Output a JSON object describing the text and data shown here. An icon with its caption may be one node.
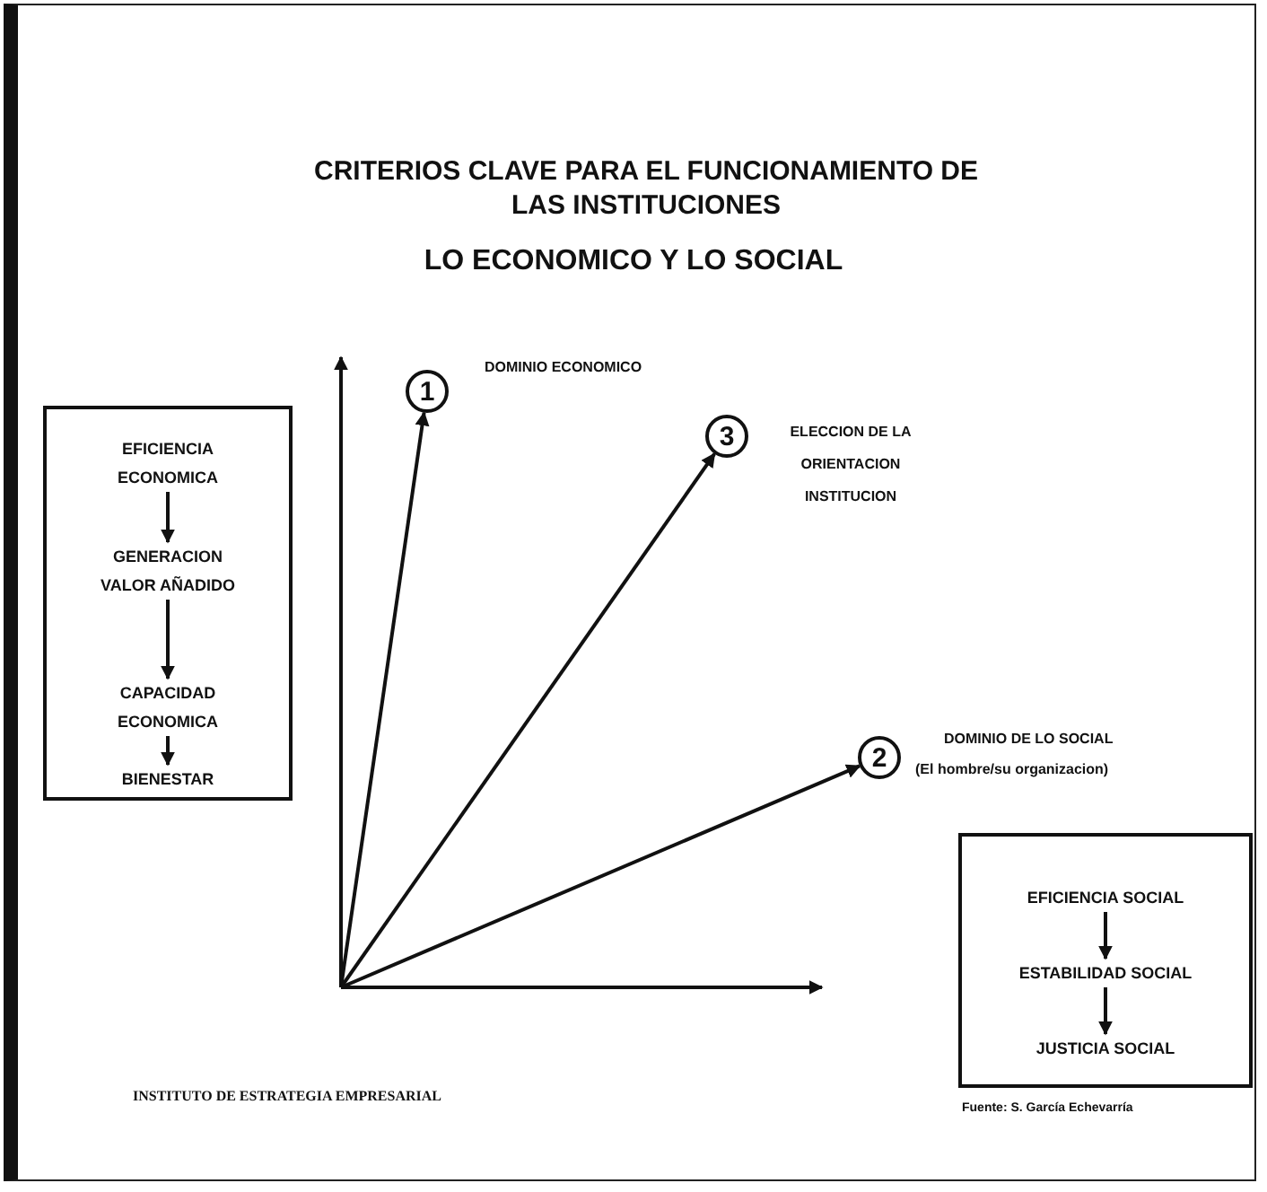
{
  "diagram": {
    "title": "CRITERIOS CLAVE PARA EL FUNCIONAMIENTO DE LAS INSTITUCIONES",
    "nodes": [
      {
        "text": [],
        "shape": "box"
      },
      {
        "text": [
          "EFICIENCIA ECONOMICA"
        ],
        "in": 0
      },
      {
        "text": [
          "GENERACION VALOR AÑADIDO"
        ],
        "in": 0
      },
      {
        "text": [
          "CAPACIDAD ECONOMICA"
        ],
        "in": 0
      },
      {
        "text": [
          "BIENESTAR"
        ],
        "in": 0
      },
      {
        "text": [
          "1"
        ],
        "beside": [
          "DOMINIO ECONOMICO"
        ]
      },
      {
        "text": [
          "3"
        ],
        "beside": [
          "ELECCION DE LA ORIENTACION INSTITUCION"
        ]
      },
      {
        "text": [
          "2"
        ],
        "beside": [
          "DOMINIO DE LO SOCIAL",
          "(El hombre/su organizacion)"
        ]
      },
      {
        "text": [],
        "shape": "box"
      },
      {
        "text": [
          "EFICIENCIA SOCIAL"
        ],
        "in": 8
      },
      {
        "text": [
          "ESTABILIDAD SOCIAL"
        ],
        "in": 8
      },
      {
        "text": [
          "JUSTICIA SOCIAL"
        ],
        "in": 8
      }
    ],
    "edges": [
      {
        "from": 1,
        "to": 2,
        "arrow": "to"
      },
      {
        "from": 2,
        "to": 3,
        "arrow": "to"
      },
      {
        "from": 3,
        "to": 4,
        "arrow": "to"
      },
      {
        "from": null,
        "to": 5,
        "arrow": "to"
      },
      {
        "from": null,
        "to": 6,
        "arrow": "to"
      },
      {
        "from": null,
        "to": 7,
        "arrow": "to"
      },
      {
        "from": 9,
        "to": 10,
        "arrow": "to"
      },
      {
        "from": 10,
        "to": 11,
        "arrow": "to"
      }
    ],
    "labels": [
      "LO ECONOMICO Y LO SOCIAL",
      "INSTITUTO DE ESTRATEGIA EMPRESARIAL",
      "Fuente: S. García Echevarría"
    ]
  }
}
